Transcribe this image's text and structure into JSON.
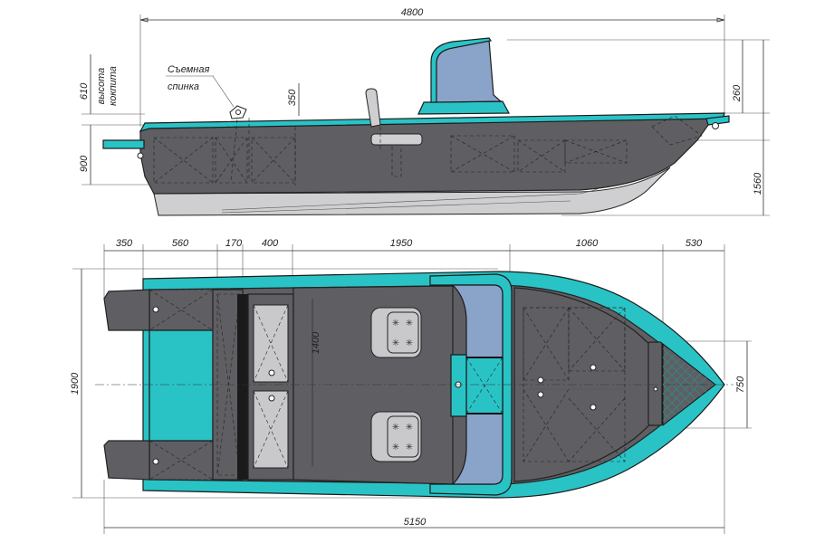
{
  "side_view": {
    "labels": {
      "removable_back_line1": "Съемная",
      "removable_back_line2": "спинка",
      "cockpit_height_line1": "высота",
      "cockpit_height_line2": "кокпита"
    },
    "dimensions": {
      "overall_length": "4800",
      "cockpit_height": "610",
      "height_900": "900",
      "height_350": "350",
      "windshield_260": "260",
      "height_1560": "1560"
    }
  },
  "plan_view": {
    "dimensions": {
      "d350": "350",
      "d560": "560",
      "d170": "170",
      "d400": "400",
      "d1950": "1950",
      "d1060": "1060",
      "d530": "530",
      "beam_1900": "1900",
      "inner_1400": "1400",
      "bow_750": "750",
      "overall_5150": "5150"
    }
  },
  "colors": {
    "hull_grey": "#5f5f63",
    "teal_trim": "#29c3c6",
    "windshield_blue": "#8aa3c9",
    "light_grey": "#cfcfd2"
  }
}
